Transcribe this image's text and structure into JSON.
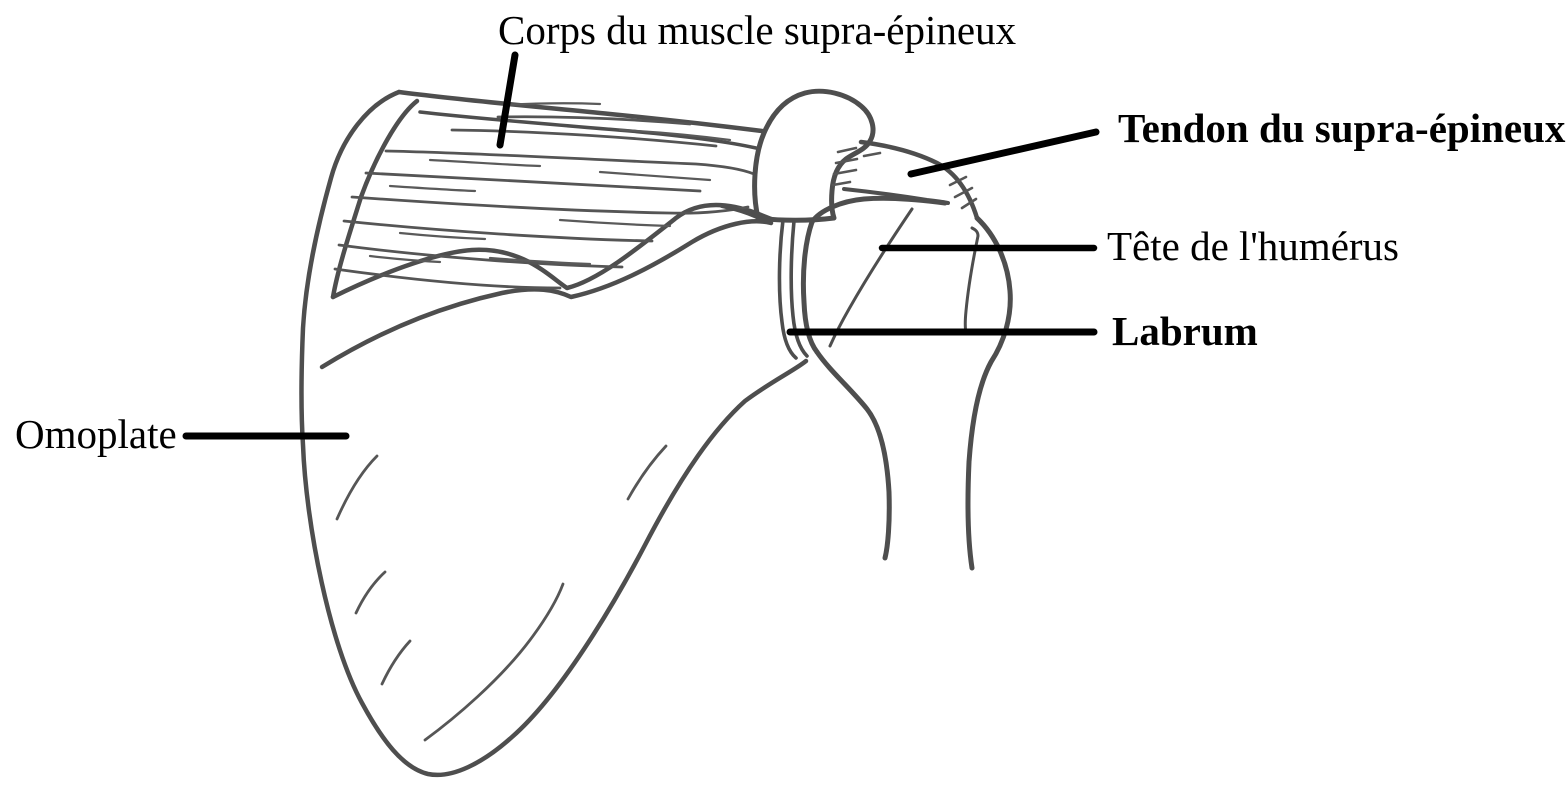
{
  "figure": {
    "title": "Shoulder anatomy diagram (supraspinatus / scapula / humerus)",
    "background_color": "#ffffff",
    "ink_color": "#4e4e4e",
    "label_color": "#000000",
    "labels": {
      "muscle_body": "Corps du muscle supra-épineux",
      "tendon": "Tendon du supra-épineux",
      "humeral_head": "Tête de l'humérus",
      "labrum": "Labrum",
      "scapula": "Omoplate"
    }
  }
}
